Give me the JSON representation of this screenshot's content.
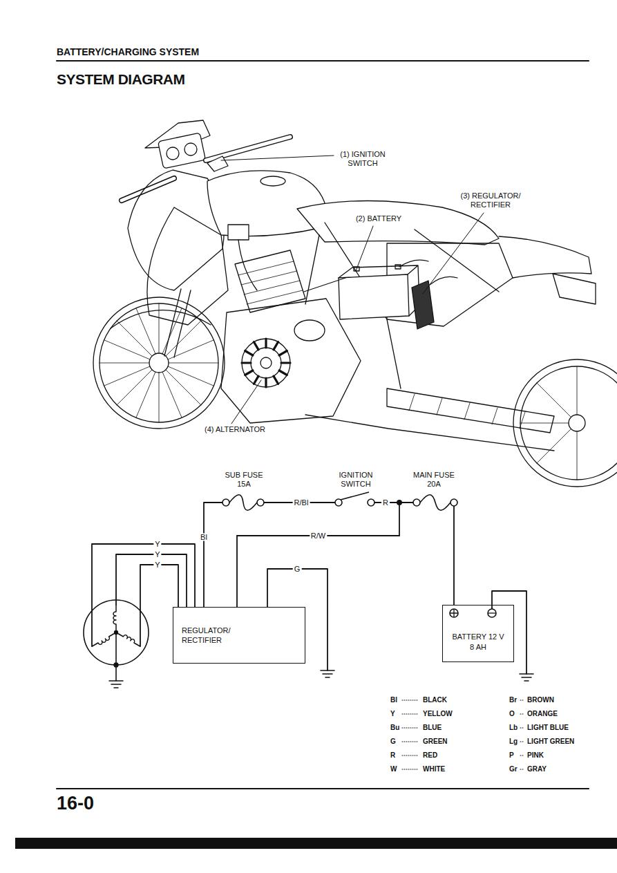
{
  "diagram": {
    "title": "SYSTEM DIAGRAM",
    "nodes": [
      {
        "text": [
          "REGULATOR/ RECTIFIER"
        ]
      },
      {
        "text": [
          "BATTERY 12 V 8 AH"
        ]
      }
    ],
    "edges": [
      {
        "from": 0,
        "to": 1,
        "arrow": "none",
        "label": "R/W"
      }
    ],
    "labels": [
      "BATTERY/CHARGING SYSTEM",
      "(1) IGNITION SWITCH",
      "(2) BATTERY",
      "(3) REGULATOR/ RECTIFIER",
      "(4) ALTERNATOR",
      "SUB FUSE 15A",
      "IGNITION SWITCH",
      "MAIN FUSE 20A",
      "R/Bl",
      "R",
      "Bl",
      "Y",
      "Y",
      "Y",
      "G",
      "Bl",
      "BLACK",
      "Br",
      "BROWN",
      "Y",
      "YELLOW",
      "O",
      "ORANGE",
      "Bu",
      "BLUE",
      "Lb",
      "LIGHT BLUE",
      "G",
      "GREEN",
      "Lg",
      "LIGHT GREEN",
      "R",
      "RED",
      "P",
      "PINK",
      "W",
      "WHITE",
      "Gr",
      "GRAY",
      "16-0"
    ]
  }
}
